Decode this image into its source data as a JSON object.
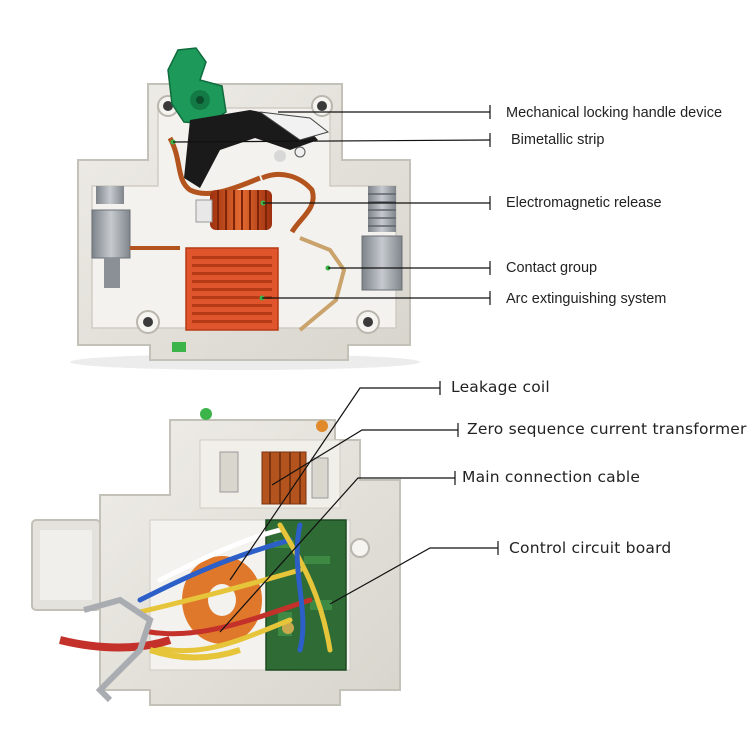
{
  "colors": {
    "housing": "#e7e5df",
    "housing_shadow": "#c9c6bd",
    "handle": "#1d9a5a",
    "coil": "#d24a1a",
    "arc_chute": "#e0552b",
    "terminal_metal": "#9aa0a6",
    "pcb": "#2f6b34",
    "leader": "#111111"
  },
  "breaker_labels": [
    "Mechanical locking handle device",
    "Bimetallic strip",
    "Electromagnetic release",
    "Contact group",
    "Arc extinguishing system"
  ],
  "rcd_labels": [
    "Leakage coil",
    "Zero sequence current transformer",
    "Main connection cable",
    "Control circuit board"
  ]
}
